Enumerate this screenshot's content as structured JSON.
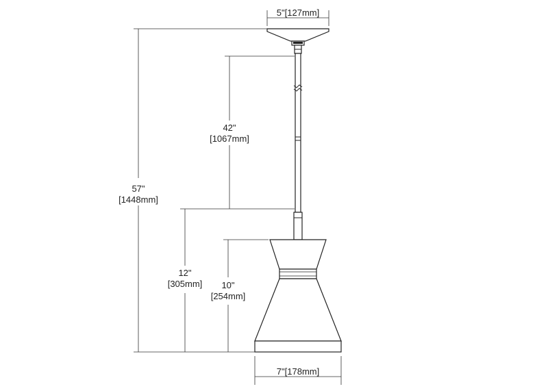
{
  "dimensions": {
    "canopy_width": {
      "imperial": "5\"",
      "metric": "[127mm]"
    },
    "overall_height": {
      "imperial": "57\"",
      "metric": "[1448mm]"
    },
    "stem_length": {
      "imperial": "42\"",
      "metric": "[1067mm]"
    },
    "fixture_height": {
      "imperial": "12\"",
      "metric": "[305mm]"
    },
    "shade_height": {
      "imperial": "10\"",
      "metric": "[254mm]"
    },
    "shade_width": {
      "imperial": "7\"",
      "metric": "[178mm]"
    }
  }
}
